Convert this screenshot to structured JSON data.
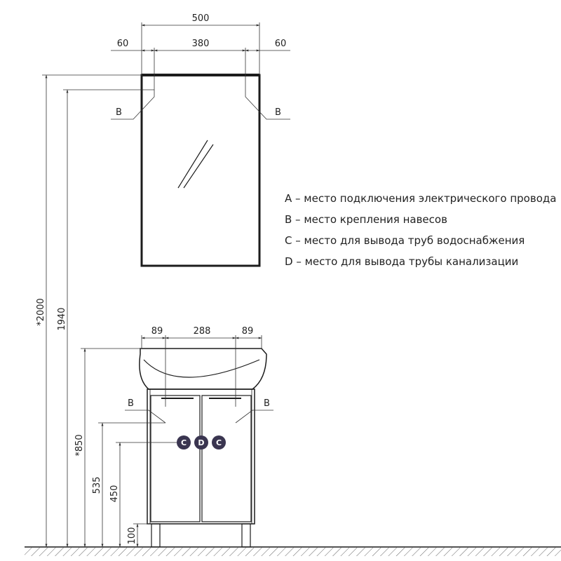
{
  "dimensions": {
    "mirror_width": "500",
    "mirror_left_offset": "60",
    "mirror_center": "380",
    "mirror_right_offset": "60",
    "basin_left": "89",
    "basin_center": "288",
    "basin_right": "89",
    "total_height": "*2000",
    "mirror_top_height": "1940",
    "cabinet_height": "*850",
    "hook_height": "535",
    "pipe_height": "450",
    "leg_height": "100"
  },
  "callouts": {
    "mirror_hook_left": "B",
    "mirror_hook_right": "B",
    "cabinet_hook_left": "B",
    "cabinet_hook_right": "B"
  },
  "markers": {
    "left": "C",
    "center": "D",
    "right": "C"
  },
  "legend": [
    "A – место подключения электрического провода",
    "B – место крепления навесов",
    "C – место для вывода труб водоснабжения",
    "D – место для вывода трубы канализации"
  ],
  "colors": {
    "line": "#1c1c1c",
    "marker_fill": "#3a3550"
  }
}
